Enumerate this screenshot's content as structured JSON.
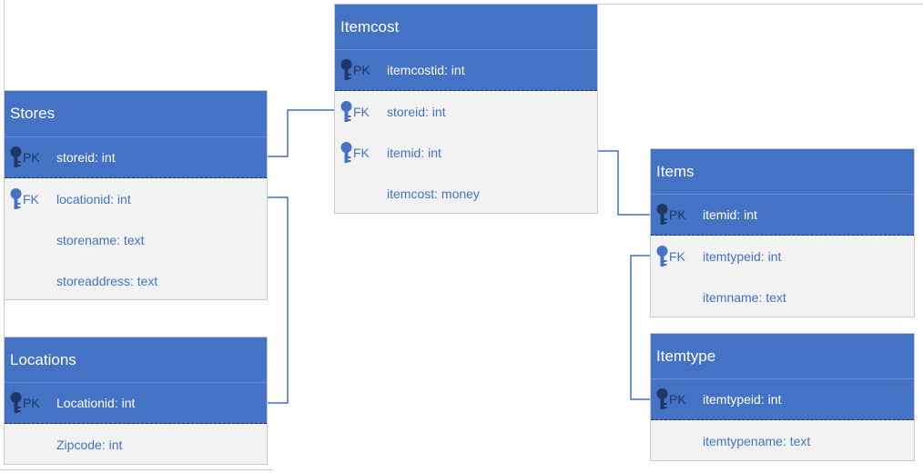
{
  "entities": {
    "itemcost": {
      "title": "Itemcost",
      "rows": [
        {
          "key": "PK",
          "field": "itemcostid: int"
        },
        {
          "key": "FK",
          "field": "storeid: int"
        },
        {
          "key": "FK",
          "field": "itemid: int"
        },
        {
          "key": "",
          "field": "itemcost: money"
        }
      ]
    },
    "stores": {
      "title": "Stores",
      "rows": [
        {
          "key": "PK",
          "field": "storeid: int"
        },
        {
          "key": "FK",
          "field": "locationid: int"
        },
        {
          "key": "",
          "field": "storename: text"
        },
        {
          "key": "",
          "field": "storeaddress: text"
        }
      ]
    },
    "locations": {
      "title": "Locations",
      "rows": [
        {
          "key": "PK",
          "field": "Locationid: int"
        },
        {
          "key": "",
          "field": "Zipcode: int"
        }
      ]
    },
    "items": {
      "title": "Items",
      "rows": [
        {
          "key": "PK",
          "field": "itemid: int"
        },
        {
          "key": "FK",
          "field": "itemtypeid: int"
        },
        {
          "key": "",
          "field": "itemname: text"
        }
      ]
    },
    "itemtype": {
      "title": "Itemtype",
      "rows": [
        {
          "key": "PK",
          "field": "itemtypeid: int"
        },
        {
          "key": "",
          "field": "itemtypename: text"
        }
      ]
    }
  },
  "colors": {
    "header": "#4472c4",
    "body": "#f2f2f2",
    "attr_text": "#4472c4",
    "key_icon": "#1f3864",
    "connector": "#4472c4"
  }
}
